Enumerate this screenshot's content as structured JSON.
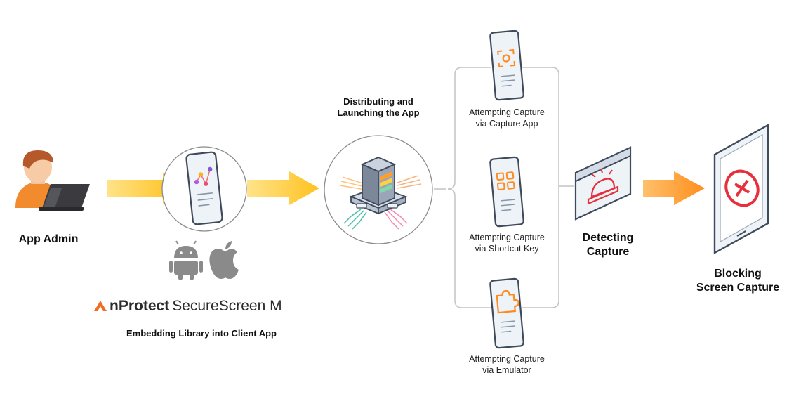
{
  "labels": {
    "app_admin": "App Admin",
    "embedding": "Embedding Library into Client App",
    "distributing_line1": "Distributing and",
    "distributing_line2": "Launching the App",
    "capture_app_line1": "Attempting Capture",
    "capture_app_line2": "via Capture App",
    "shortcut_line1": "Attempting Capture",
    "shortcut_line2": "via Shortcut Key",
    "emulator_line1": "Attempting Capture",
    "emulator_line2": "via Emulator",
    "detecting_line1": "Detecting",
    "detecting_line2": "Capture",
    "blocking_line1": "Blocking",
    "blocking_line2": "Screen Capture"
  },
  "brand": {
    "name_bold": "nProtect",
    "name_regular": "SecureScreen M"
  },
  "icons": {
    "admin": "user-laptop-icon",
    "phone_chart": "phone-chart-icon",
    "android": "android-icon",
    "apple": "apple-icon",
    "server": "server-icon",
    "capture_app": "phone-capture-icon",
    "shortcut": "phone-grid-icon",
    "emulator": "phone-puzzle-icon",
    "detect": "alarm-monitor-icon",
    "block": "tablet-block-icon"
  },
  "colors": {
    "arrow_yellow": "#FFC93C",
    "arrow_orange": "#FF9E2C",
    "brand_orange": "#F26B21",
    "alert_red": "#E8303C",
    "outline": "#3F4A5A",
    "icon_grey": "#8A8A8A"
  }
}
